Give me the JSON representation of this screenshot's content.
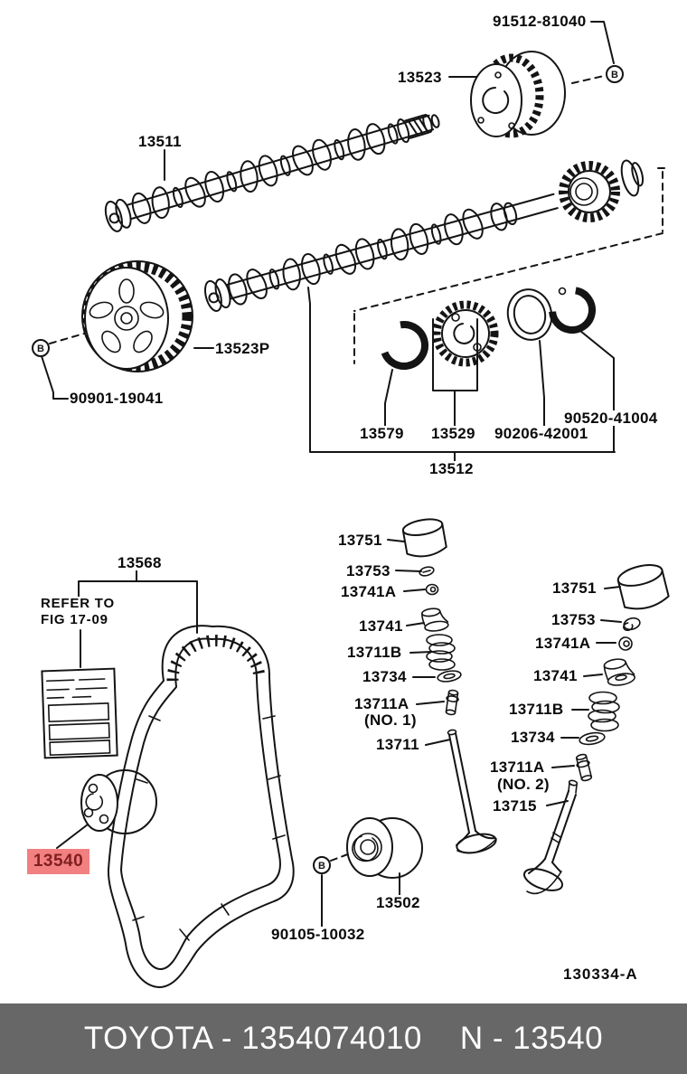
{
  "labels": {
    "p91512": "91512-81040",
    "p13523": "13523",
    "p13511": "13511",
    "p13523P": "13523P",
    "p90901": "90901-19041",
    "p13579": "13579",
    "p13529": "13529",
    "p90206": "90206-42001",
    "p90520": "90520-41004",
    "p13512": "13512",
    "p13568": "13568",
    "note1": "REFER TO",
    "note2": "FIG 17-09",
    "p13540": "13540",
    "p13502": "13502",
    "p90105": "90105-10032",
    "mid": {
      "p13751": "13751",
      "p13753": "13753",
      "p13741A": "13741A",
      "p13741": "13741",
      "p13711B": "13711B",
      "p13734": "13734",
      "p13711A": "13711A",
      "no": "(NO. 1)",
      "p13711": "13711"
    },
    "right": {
      "p13751": "13751",
      "p13753": "13753",
      "p13741A": "13741A",
      "p13741": "13741",
      "p13711B": "13711B",
      "p13734": "13734",
      "p13711A": "13711A",
      "no": "(NO. 2)",
      "p13715": "13715"
    },
    "fig": "130334-A",
    "bolt": "B"
  },
  "footer": {
    "brand_part": "TOYOTA - 1354074010",
    "number": "N - 13540"
  },
  "colors": {
    "highlight_bg": "#f28080",
    "highlight_text": "#801f1f",
    "footer_bg": "#676767",
    "footer_text": "#ffffff",
    "line": "#141414"
  }
}
